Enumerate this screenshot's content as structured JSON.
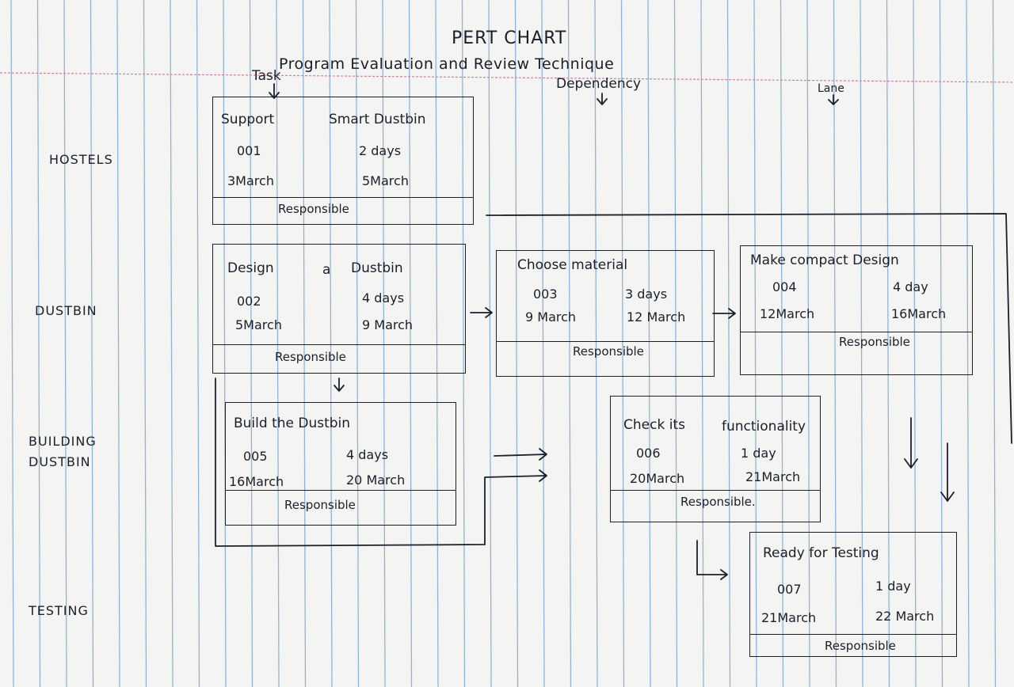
{
  "title": "PERT CHART",
  "subtitle": "Program Evaluation and Review Technique",
  "legend": {
    "task": "Task",
    "dependency": "Dependency",
    "lane": "Lane"
  },
  "lanes": [
    "HOSTELS",
    "DUSTBIN",
    "BUILDING DUSTBIN",
    "TESTING"
  ],
  "tasks": [
    {
      "name_left": "Support",
      "name_right": "Smart Dustbin",
      "id": "001",
      "duration": "2 days",
      "start": "3March",
      "end": "5March",
      "footer": "Responsible"
    },
    {
      "name_left": "Design",
      "name_mid": "a",
      "name_right": "Dustbin",
      "id": "002",
      "duration": "4 days",
      "start": "5March",
      "end": "9 March",
      "footer": "Responsible"
    },
    {
      "name": "Choose material",
      "id": "003",
      "duration": "3 days",
      "start": "9 March",
      "end": "12 March",
      "footer": "Responsible"
    },
    {
      "name": "Make compact Design",
      "id": "004",
      "duration": "4 day",
      "start": "12March",
      "end": "16March",
      "footer": "Responsible"
    },
    {
      "name": "Build the Dustbin",
      "id": "005",
      "duration": "4 days",
      "start": "16March",
      "end": "20 March",
      "footer": "Responsible"
    },
    {
      "name_left": "Check its",
      "name_right": "functionality",
      "id": "006",
      "duration": "1 day",
      "start": "20March",
      "end": "21March",
      "footer": "Responsible."
    },
    {
      "name": "Ready for Testing",
      "id": "007",
      "duration": "1 day",
      "start": "21March",
      "end": "22 March",
      "footer": "Responsible"
    }
  ]
}
